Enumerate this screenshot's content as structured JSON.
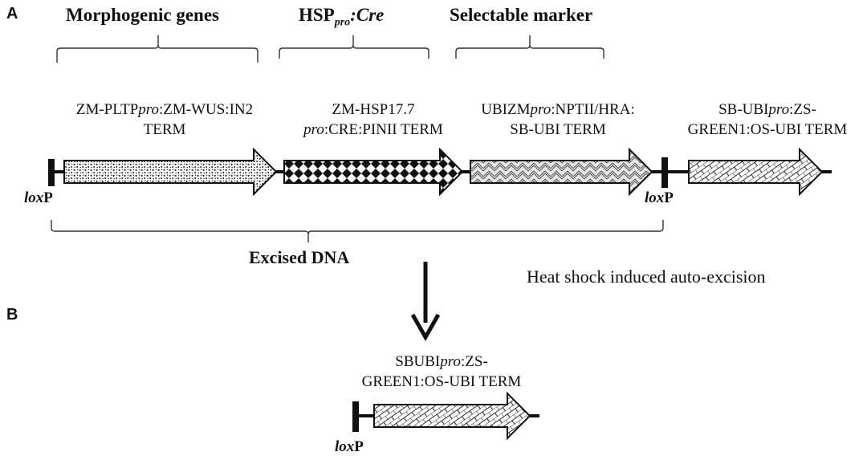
{
  "panels": {
    "a": "A",
    "b": "B"
  },
  "headers": {
    "morphogenic": "Morphogenic genes",
    "hsp_main": "HSP",
    "hsp_sub": "pro",
    "hsp_suffix": ":Cre",
    "selectable": "Selectable marker"
  },
  "cassettes": {
    "wus": {
      "pre": "ZM-PLTP",
      "it": "pro",
      "post": ":ZM-WUS:IN2",
      "line2": "TERM"
    },
    "cre": {
      "line1": "ZM-HSP17.7",
      "it": "pro",
      "post": ":CRE:PINII TERM"
    },
    "nptii": {
      "pre": "UBIZM",
      "it": "pro",
      "post": ":NPTII/HRA:",
      "line2": "SB-UBI TERM"
    },
    "zsgreen": {
      "pre": "SB-UBI",
      "it": "pro",
      "post": ":ZS-",
      "line2": "GREEN1:OS-UBI TERM"
    },
    "zsgreen_b": {
      "pre": "SBUBI",
      "it": "pro",
      "post": ":ZS-",
      "line2": "GREEN1:OS-UBI TERM"
    }
  },
  "loxp": {
    "it": "lox",
    "rest": "P"
  },
  "excised": "Excised DNA",
  "heat_shock": "Heat shock induced auto-excision",
  "colors": {
    "line": "#111111",
    "background": "#ffffff"
  }
}
